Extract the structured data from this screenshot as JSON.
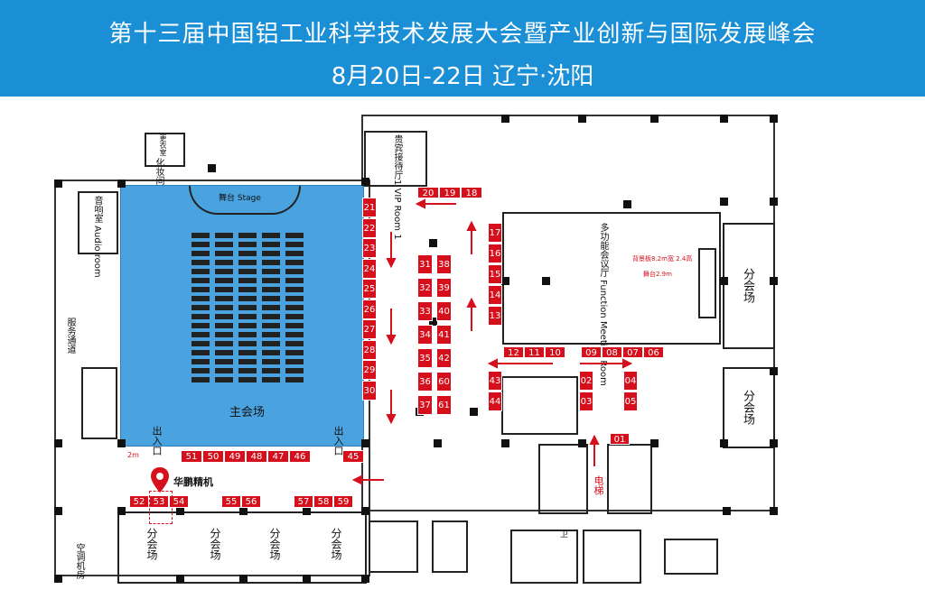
{
  "header": {
    "title": "第十三届中国铝工业科学技术发展大会暨产业创新与国际发展峰会",
    "subtitle": "8月20日-22日 辽宁·沈阳"
  },
  "colors": {
    "banner": "#1a8fd6",
    "main_hall": "#4aa3df",
    "booth": "#d60f1c"
  },
  "rooms": {
    "stage": "舞台 Stage",
    "main_hall": "主会场",
    "audio_room": "音响室 Audio room",
    "service_passage": "服务通道",
    "vip": "贵宾接待厅1 VIP Room 1",
    "function_room": "多功能会议厅 Function Meeting Room",
    "backdrop": "背景板8.2m宽 2.4高",
    "stage_size": "舞台2.9m",
    "sub_hall": "分会场",
    "ac_room": "空调机房",
    "makeup": "化妆间",
    "changing": "更衣室",
    "exit": "出入口",
    "elevator": "电梯",
    "toilet": "卫",
    "distance": "2m"
  },
  "marker": {
    "label": "华鹏精机"
  },
  "booths": {
    "top": [
      "20",
      "19",
      "18"
    ],
    "left_col": [
      "21",
      "22",
      "23",
      "24",
      "25",
      "26",
      "27",
      "28",
      "29",
      "30"
    ],
    "col_a": [
      "31",
      "32",
      "33",
      "34",
      "35",
      "36",
      "37"
    ],
    "col_b": [
      "38",
      "39",
      "40",
      "41",
      "42",
      "60",
      "61"
    ],
    "col_c": [
      "17",
      "16",
      "15",
      "14",
      "13"
    ],
    "row_fm": [
      "12",
      "11",
      "10",
      "09",
      "08",
      "07",
      "06"
    ],
    "col_d": [
      "43",
      "44"
    ],
    "col_e": [
      "02",
      "03"
    ],
    "col_f": [
      "04",
      "05"
    ],
    "single": "01",
    "bottom_main": [
      "51",
      "50",
      "49",
      "48",
      "47",
      "46"
    ],
    "b45": "45",
    "low1": [
      "52",
      "53",
      "54"
    ],
    "low2": [
      "55",
      "56"
    ],
    "low3": [
      "57",
      "58",
      "59"
    ]
  }
}
